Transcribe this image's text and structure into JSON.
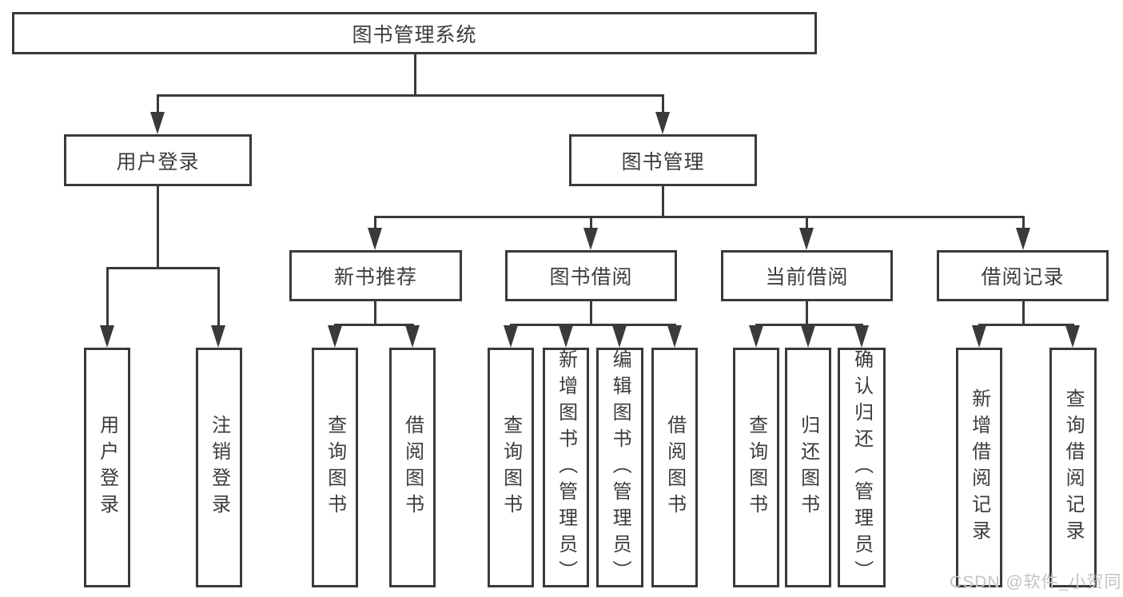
{
  "tree": {
    "root": {
      "label": "图书管理系统"
    },
    "branches": [
      {
        "label": "用户登录",
        "leaves": [
          "用户登录",
          "注销登录"
        ]
      },
      {
        "label": "图书管理",
        "groups": [
          {
            "label": "新书推荐",
            "leaves": [
              "查询图书",
              "借阅图书"
            ]
          },
          {
            "label": "图书借阅",
            "leaves": [
              "查询图书",
              "新增图书（管理员）",
              "编辑图书（管理员）",
              "借阅图书"
            ]
          },
          {
            "label": "当前借阅",
            "leaves": [
              "查询图书",
              "归还图书",
              "确认归还（管理员）"
            ]
          },
          {
            "label": "借阅记录",
            "leaves": [
              "新增借阅记录",
              "查询借阅记录"
            ]
          }
        ]
      }
    ]
  },
  "watermark": "CSDN @软件_小贺同学",
  "colors": {
    "line": "#3a3a3a",
    "text": "#3c3c3c",
    "watermark": "#c4c4c4",
    "background": "#ffffff"
  }
}
